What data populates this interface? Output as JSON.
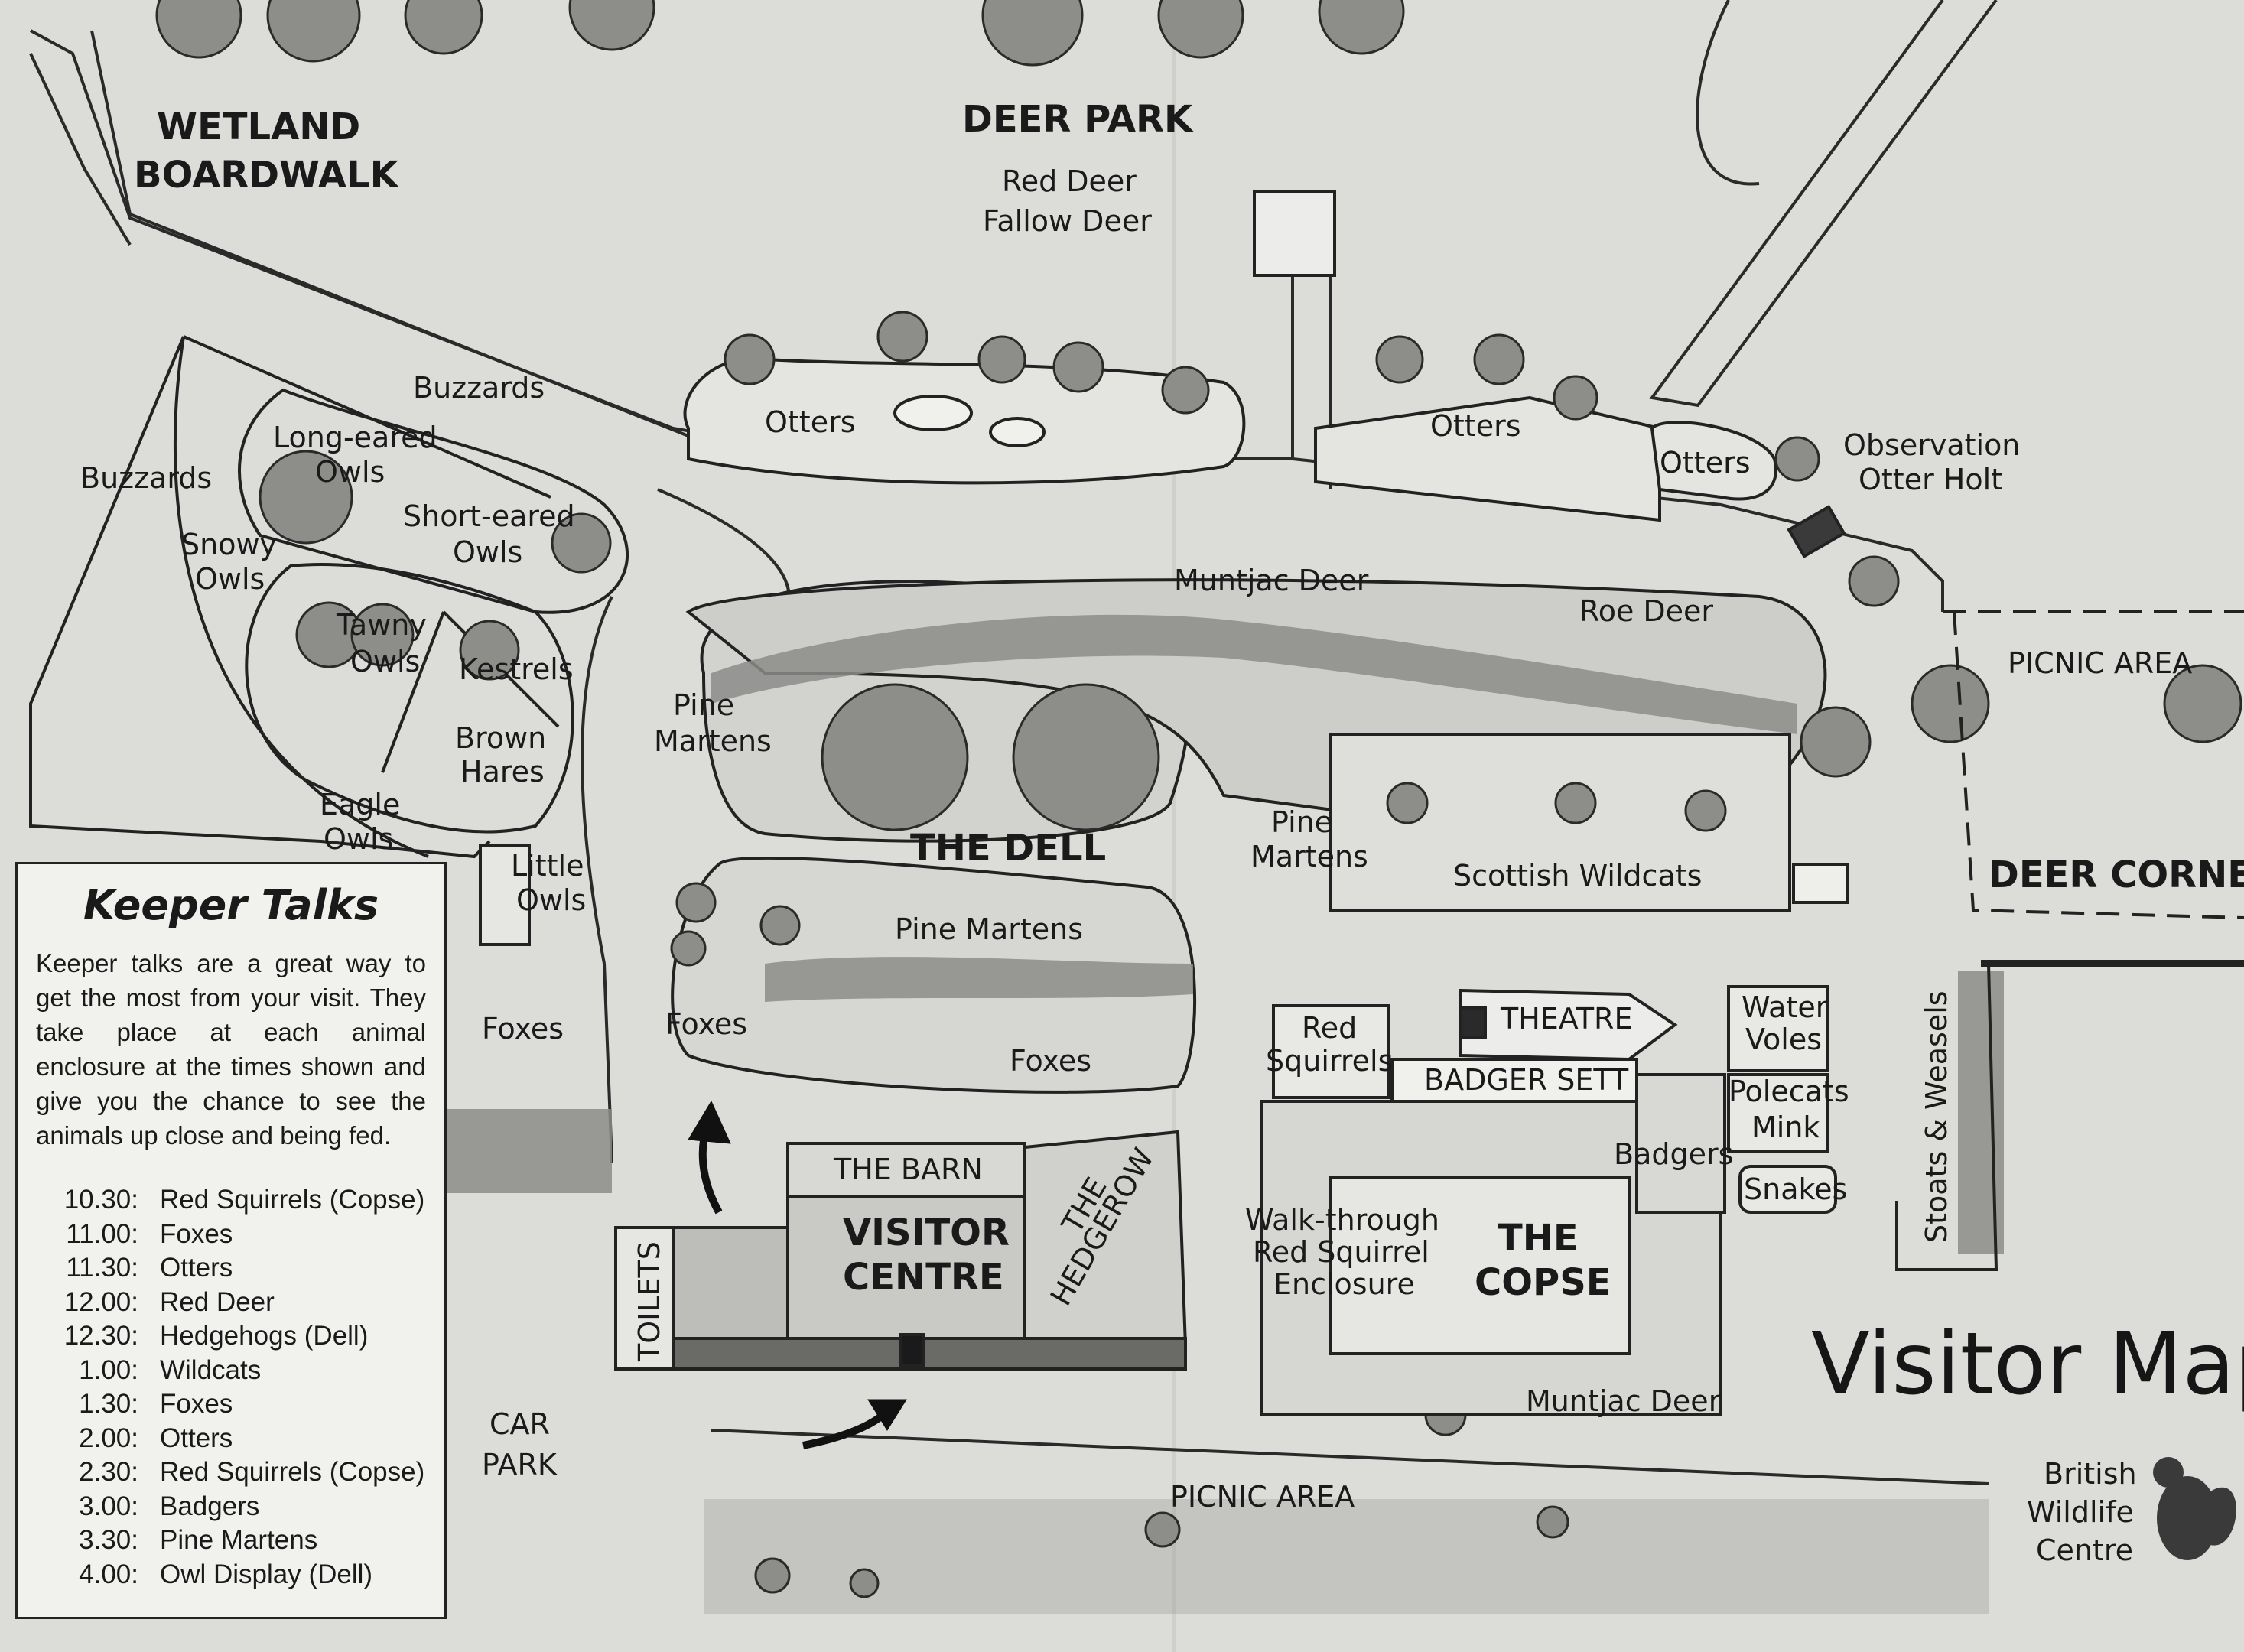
{
  "map": {
    "title": "Visitor Map",
    "brand": [
      "British",
      "Wildlife",
      "Centre"
    ],
    "labels": {
      "wetland_1": "WETLAND",
      "wetland_2": "BOARDWALK",
      "deer_park": "DEER PARK",
      "red_deer": "Red Deer",
      "fallow_deer": "Fallow Deer",
      "buzzards_top": "Buzzards",
      "buzzards_left": "Buzzards",
      "long_eared_1": "Long-eared",
      "long_eared_2": "Owls",
      "short_eared_1": "Short-eared",
      "short_eared_2": "Owls",
      "snowy_1": "Snowy",
      "snowy_2": "Owls",
      "tawny_1": "Tawny",
      "tawny_2": "Owls",
      "kestrels": "Kestrels",
      "brown_1": "Brown",
      "brown_2": "Hares",
      "eagle_1": "Eagle",
      "eagle_2": "Owls",
      "little_1": "Little",
      "little_2": "Owls",
      "otters_1": "Otters",
      "otters_2": "Otters",
      "otters_3": "Otters",
      "observation_1": "Observation",
      "observation_2": "Otter Holt",
      "muntjac_top": "Muntjac Deer",
      "roe_deer": "Roe Deer",
      "pine_martens_a1": "Pine",
      "pine_martens_a2": "Martens",
      "pine_martens_b1": "Pine",
      "pine_martens_b2": "Martens",
      "the_dell": "THE DELL",
      "picnic_area_right": "PICNIC AREA",
      "deer_corner": "DEER CORNER",
      "scottish_wildcats": "Scottish Wildcats",
      "pine_martens_c": "Pine Martens",
      "foxes_a": "Foxes",
      "foxes_b": "Foxes",
      "foxes_c": "Foxes",
      "theatre": "THEATRE",
      "badger_sett": "BADGER SETT",
      "red_squirrels_1": "Red",
      "red_squirrels_2": "Squirrels",
      "water_voles_1": "Water",
      "water_voles_2": "Voles",
      "polecats": "Polecats",
      "mink": "Mink",
      "badgers": "Badgers",
      "snakes": "Snakes",
      "stoats_weasels": "Stoats & Weasels",
      "the_barn": "THE BARN",
      "visitor_1": "VISITOR",
      "visitor_2": "CENTRE",
      "hedgerow_1": "THE",
      "hedgerow_2": "HEDGEROW",
      "toilets": "TOILETS",
      "walk_1": "Walk-through",
      "walk_2": "Red Squirrel",
      "walk_3": "Enclosure",
      "copse_1": "THE",
      "copse_2": "COPSE",
      "muntjac_bottom": "Muntjac Deer",
      "car_1": "CAR",
      "car_2": "PARK",
      "picnic_area_bottom": "PICNIC AREA"
    }
  },
  "keeper_talks": {
    "title": "Keeper Talks",
    "intro": "Keeper talks are a great way to get the most from your visit. They take place at each animal enclosure at the times shown and give you the chance to see the animals up close and being fed.",
    "schedule": [
      {
        "time": "10.30:",
        "talk": "Red Squirrels (Copse)"
      },
      {
        "time": "11.00:",
        "talk": "Foxes"
      },
      {
        "time": "11.30:",
        "talk": "Otters"
      },
      {
        "time": "12.00:",
        "talk": "Red Deer"
      },
      {
        "time": "12.30:",
        "talk": "Hedgehogs (Dell)"
      },
      {
        "time": "1.00:",
        "talk": "Wildcats"
      },
      {
        "time": "1.30:",
        "talk": "Foxes"
      },
      {
        "time": "2.00:",
        "talk": "Otters"
      },
      {
        "time": "2.30:",
        "talk": "Red Squirrels (Copse)"
      },
      {
        "time": "3.00:",
        "talk": "Badgers"
      },
      {
        "time": "3.30:",
        "talk": "Pine Martens"
      },
      {
        "time": "4.00:",
        "talk": "Owl Display (Dell)"
      }
    ]
  }
}
